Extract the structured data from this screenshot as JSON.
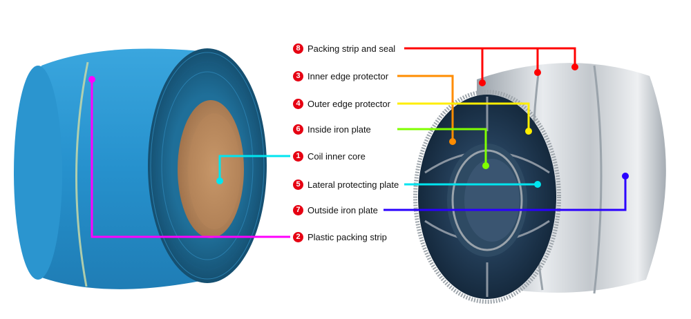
{
  "labels": [
    {
      "num": "8",
      "text": "Packing strip and seal",
      "color": "#ff0000"
    },
    {
      "num": "3",
      "text": "Inner edge protector",
      "color": "#ff8c00"
    },
    {
      "num": "4",
      "text": "Outer edge protector",
      "color": "#ffee00"
    },
    {
      "num": "6",
      "text": "Inside iron plate",
      "color": "#80ff00"
    },
    {
      "num": "1",
      "text": "Coil inner core",
      "color": "#00e5f0"
    },
    {
      "num": "5",
      "text": "Lateral protecting plate",
      "color": "#00e5f0"
    },
    {
      "num": "7",
      "text": "Outside iron plate",
      "color": "#2a00ff"
    },
    {
      "num": "2",
      "text": "Plastic packing strip",
      "color": "#ff00ff"
    }
  ],
  "colors": {
    "coil_blue": "#2a9ad6",
    "coil_dark": "#1a5f84",
    "core_brown": "#c99a6e",
    "steel": "#c8ccd0",
    "steel_dark": "#1e3c5a",
    "badge_red": "#e60012"
  }
}
